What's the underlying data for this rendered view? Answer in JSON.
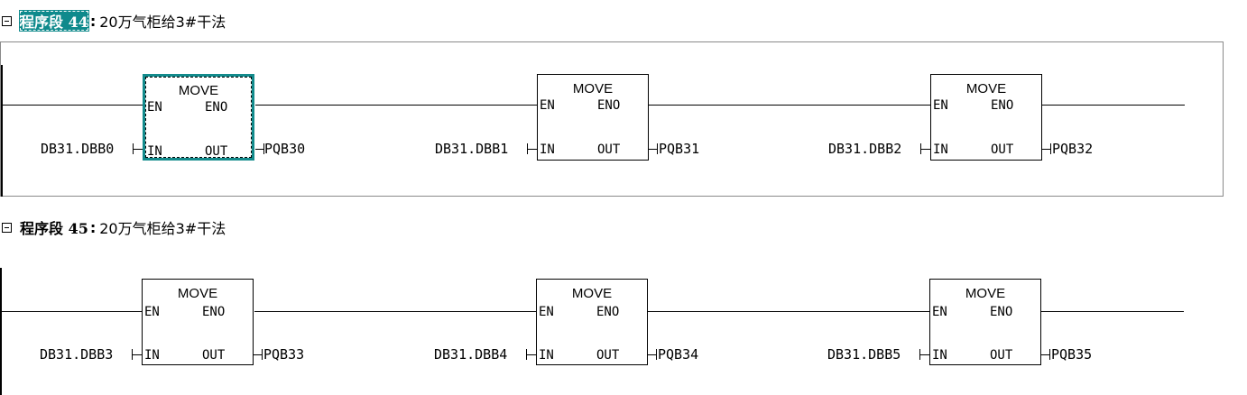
{
  "networks": [
    {
      "label": "程序段 44",
      "colon": ":",
      "comment": "20万气柜给3#干法",
      "selected": true,
      "blocks": [
        {
          "title": "MOVE",
          "en": "EN",
          "eno": "ENO",
          "in": "IN",
          "out": "OUT",
          "in_operand": "DB31.DBB0",
          "out_operand": "PQB30"
        },
        {
          "title": "MOVE",
          "en": "EN",
          "eno": "ENO",
          "in": "IN",
          "out": "OUT",
          "in_operand": "DB31.DBB1",
          "out_operand": "PQB31"
        },
        {
          "title": "MOVE",
          "en": "EN",
          "eno": "ENO",
          "in": "IN",
          "out": "OUT",
          "in_operand": "DB31.DBB2",
          "out_operand": "PQB32"
        }
      ]
    },
    {
      "label": "程序段 45",
      "colon": ":",
      "comment": "20万气柜给3#干法",
      "selected": false,
      "blocks": [
        {
          "title": "MOVE",
          "en": "EN",
          "eno": "ENO",
          "in": "IN",
          "out": "OUT",
          "in_operand": "DB31.DBB3",
          "out_operand": "PQB33"
        },
        {
          "title": "MOVE",
          "en": "EN",
          "eno": "ENO",
          "in": "IN",
          "out": "OUT",
          "in_operand": "DB31.DBB4",
          "out_operand": "PQB34"
        },
        {
          "title": "MOVE",
          "en": "EN",
          "eno": "ENO",
          "in": "IN",
          "out": "OUT",
          "in_operand": "DB31.DBB5",
          "out_operand": "PQB35"
        }
      ]
    }
  ],
  "colors": {
    "selection": "#138b8c",
    "frame": "#8a8a8a",
    "wire": "#000000"
  },
  "icons": {
    "collapse": "collapse-box-icon"
  }
}
